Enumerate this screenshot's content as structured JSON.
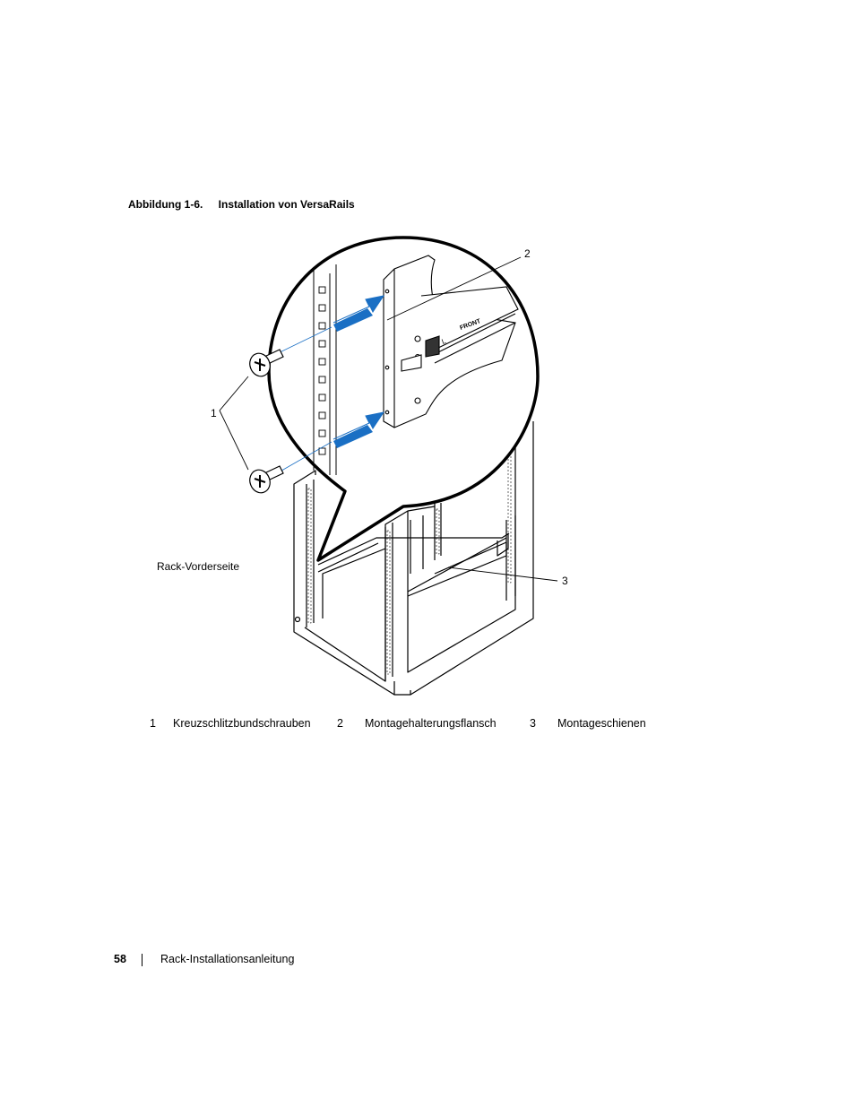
{
  "caption": {
    "number": "Abbildung 1-6.",
    "title": "Installation von VersaRails"
  },
  "figure": {
    "callouts": {
      "c1": "1",
      "c2": "2",
      "c3": "3"
    },
    "front_label": "Rack-Vorderseite",
    "rail_text": "FRONT",
    "rail_side": "L",
    "arrow_color": "#1a6fc4"
  },
  "legend": [
    {
      "num": "1",
      "label": "Kreuzschlitzbundschrauben"
    },
    {
      "num": "2",
      "label": "Montagehalterungsflansch"
    },
    {
      "num": "3",
      "label": "Montageschienen"
    }
  ],
  "footer": {
    "page_number": "58",
    "running_title": "Rack-Installationsanleitung"
  }
}
